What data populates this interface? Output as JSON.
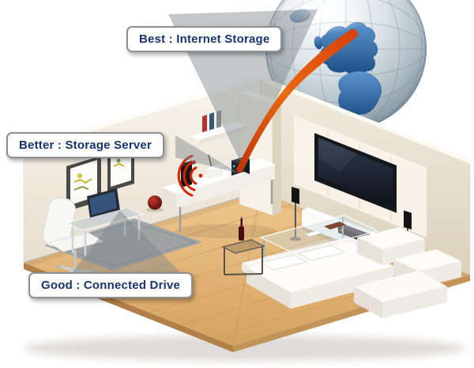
{
  "callouts": {
    "best": {
      "label": "Best : Internet Storage"
    },
    "better": {
      "label": "Better : Storage Server"
    },
    "good": {
      "label": "Good : Connected Drive"
    }
  },
  "colors": {
    "label_text": "#17356e",
    "label_border": "#8f8f8f",
    "label_bg": "#ffffff",
    "beam": "rgba(124,132,138,0.45)",
    "swoosh_bottom": "#c23405",
    "swoosh_mid": "#ea6a10",
    "swoosh_top": "#d8420a",
    "wifi": "#d42400",
    "floor_light": "#efc78e",
    "floor_dark": "#d5a260",
    "wall_left_light": "#f8f4eb",
    "wall_left_dark": "#e7dfcf",
    "wall_right_light": "#f2ecdf",
    "wall_right_dark": "#dbd1bc",
    "globe_sea_light": "#ffffff",
    "globe_sea_dark": "#8093a0",
    "globe_land_light": "#5b95cc",
    "globe_land_dark": "#1d4e86"
  }
}
